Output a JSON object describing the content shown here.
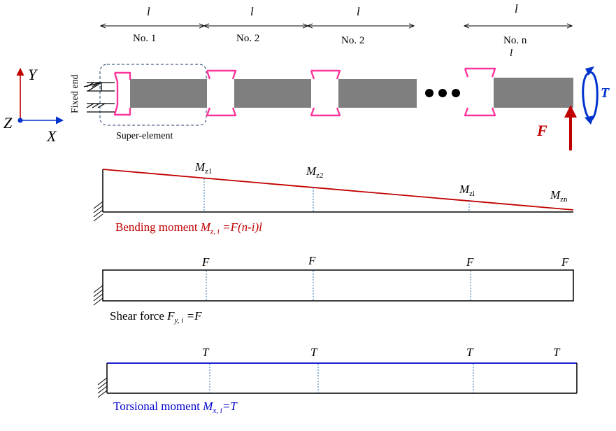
{
  "top": {
    "length_symbol": "l",
    "segment_labels": [
      "No. 1",
      "No. 2",
      "No. 2",
      "No. n"
    ],
    "extra_length_symbol": "l",
    "fixed_end_label": "Fixed end",
    "super_element_label": "Super-element",
    "ellipsis": "• • •",
    "force_label": "F",
    "torque_label": "T"
  },
  "axes": {
    "y": "Y",
    "z": "Z",
    "x": "X"
  },
  "bending": {
    "caption_prefix": "Bending moment ",
    "caption_symbol": "M",
    "caption_sub": "z, i",
    "caption_formula": " =F(n-i)l",
    "markers": [
      {
        "main": "M",
        "sub": "z1"
      },
      {
        "main": "M",
        "sub": "z2"
      },
      {
        "main": "M",
        "sub": "zi"
      },
      {
        "main": "M",
        "sub": "zn"
      }
    ]
  },
  "shear": {
    "caption_prefix": "Shear  force ",
    "caption_symbol": "F",
    "caption_sub": "y, i",
    "caption_formula": " =F",
    "markers": [
      "F",
      "F",
      "F",
      "F"
    ]
  },
  "torsion": {
    "caption_prefix": "Torsional moment ",
    "caption_symbol": "M",
    "caption_sub": "x, i",
    "caption_formula": "=T",
    "markers": [
      "T",
      "T",
      "T",
      "T"
    ]
  },
  "colors": {
    "beam": "#7f7f7f",
    "connector": "#ff3399",
    "force": "#c00000",
    "torque": "#0033cc",
    "bending_line": "#c00000",
    "torsion_line": "#0000cc",
    "axis_x": "#0033cc",
    "axis_y": "#c00000"
  }
}
